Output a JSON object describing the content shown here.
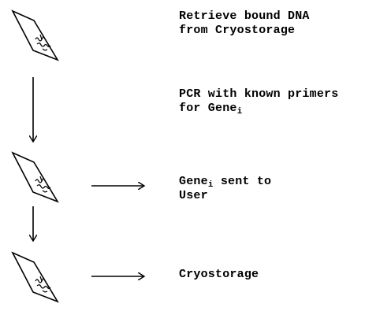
{
  "steps": [
    {
      "line1": "Retrieve bound DNA",
      "line2": "from Cryostorage"
    },
    {
      "line1_prefix": "PCR with known primers",
      "line2_prefix": "for Gene",
      "line2_subscript": "i"
    },
    {
      "line1_prefix": "Gene",
      "line1_subscript": "i",
      "line1_suffix": " sent to",
      "line2": "User"
    },
    {
      "line1": "Cryostorage"
    }
  ],
  "icons": [
    "dna-slide-icon",
    "arrow-down-icon",
    "arrow-right-icon"
  ]
}
